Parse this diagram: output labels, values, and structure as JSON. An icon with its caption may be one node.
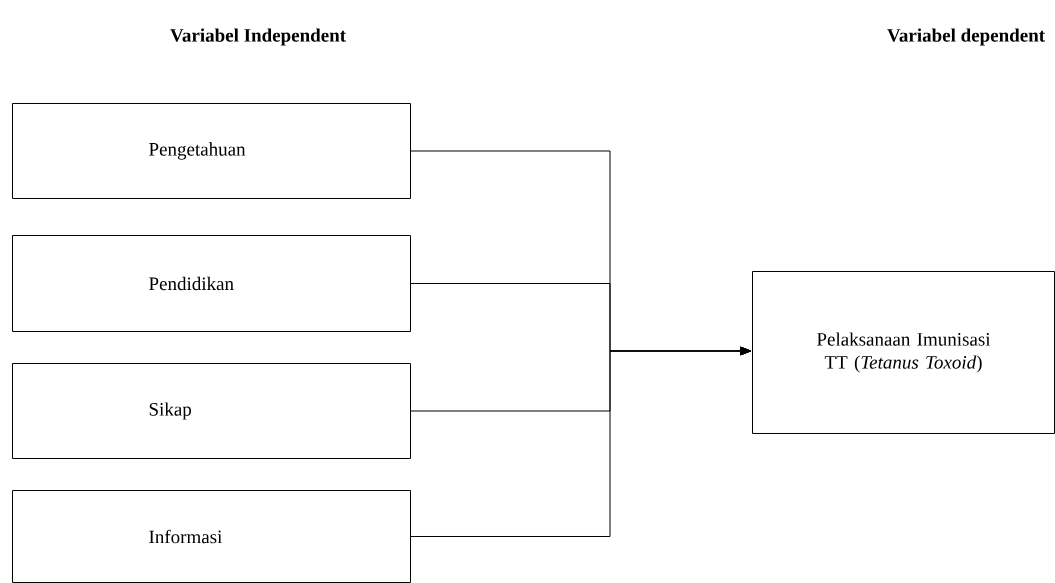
{
  "diagram": {
    "nodes": [
      {
        "text": [
          "Pengetahuan"
        ]
      },
      {
        "text": [
          "Pendidikan"
        ]
      },
      {
        "text": [
          "Sikap"
        ]
      },
      {
        "text": [
          "Informasi"
        ]
      },
      {
        "text": [
          "Pelaksanaan Imunisasi TT (*Tetanus Toxoid*)"
        ]
      }
    ],
    "edges": [
      {
        "from": 0,
        "to": 4,
        "arrow": "to"
      },
      {
        "from": 1,
        "to": 4,
        "arrow": "to"
      },
      {
        "from": 2,
        "to": 4,
        "arrow": "to"
      },
      {
        "from": 3,
        "to": 4,
        "arrow": "to"
      }
    ],
    "labels": [
      "Variabel Independent",
      "Variabel dependent"
    ]
  }
}
